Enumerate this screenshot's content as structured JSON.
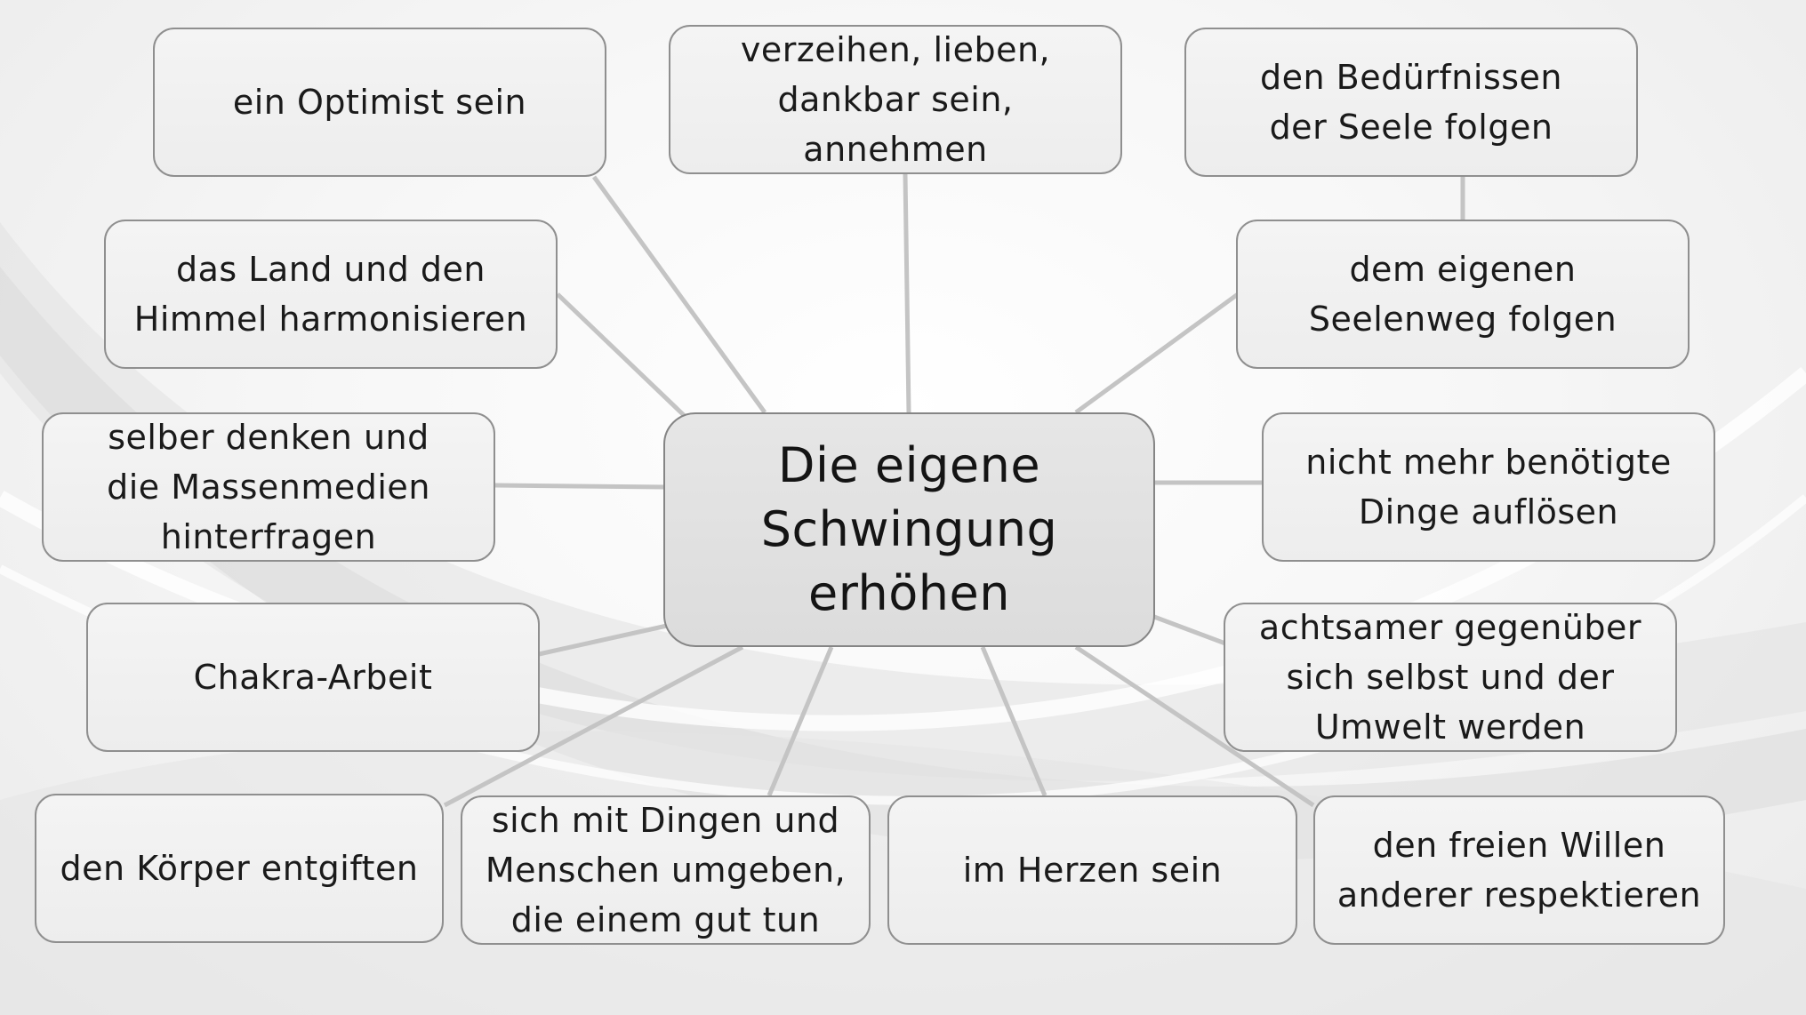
{
  "diagram": {
    "center": {
      "label": "Die eigene\nSchwingung\nerhöhen"
    },
    "nodes": [
      {
        "id": "optimist",
        "label": "ein Optimist sein"
      },
      {
        "id": "verzeihen",
        "label": "verzeihen, lieben,\ndankbar sein,\nannehmen"
      },
      {
        "id": "beduerfnisse",
        "label": "den Bedürfnissen\nder Seele folgen"
      },
      {
        "id": "land-himmel",
        "label": "das Land und den\nHimmel harmonisieren"
      },
      {
        "id": "seelenweg",
        "label": "dem eigenen\nSeelenweg folgen"
      },
      {
        "id": "selber-denken",
        "label": "selber denken und\ndie Massenmedien\nhinterfragen"
      },
      {
        "id": "dinge-aufloesen",
        "label": "nicht mehr benötigte\nDinge auflösen"
      },
      {
        "id": "chakra",
        "label": "Chakra-Arbeit"
      },
      {
        "id": "achtsamer",
        "label": "achtsamer gegenüber\nsich selbst und der\nUmwelt werden"
      },
      {
        "id": "koerper",
        "label": "den Körper entgiften"
      },
      {
        "id": "umgeben",
        "label": "sich mit Dingen und\nMenschen umgeben,\ndie einem gut tun"
      },
      {
        "id": "herzen",
        "label": "im Herzen sein"
      },
      {
        "id": "freier-wille",
        "label": "den freien Willen\nanderer respektieren"
      }
    ],
    "connections": [
      [
        "center",
        "optimist"
      ],
      [
        "center",
        "verzeihen"
      ],
      [
        "beduerfnisse",
        "seelenweg"
      ],
      [
        "center",
        "land-himmel"
      ],
      [
        "center",
        "seelenweg"
      ],
      [
        "center",
        "selber-denken"
      ],
      [
        "center",
        "dinge-aufloesen"
      ],
      [
        "center",
        "chakra"
      ],
      [
        "center",
        "achtsamer"
      ],
      [
        "center",
        "koerper"
      ],
      [
        "center",
        "umgeben"
      ],
      [
        "center",
        "herzen"
      ],
      [
        "center",
        "freier-wille"
      ]
    ],
    "colors": {
      "box_fill": "#f0f0f0",
      "center_fill": "#e0e0e0",
      "border": "#8f8f8f",
      "connector": "#c4c4c4",
      "text": "#1a1a1a"
    }
  }
}
